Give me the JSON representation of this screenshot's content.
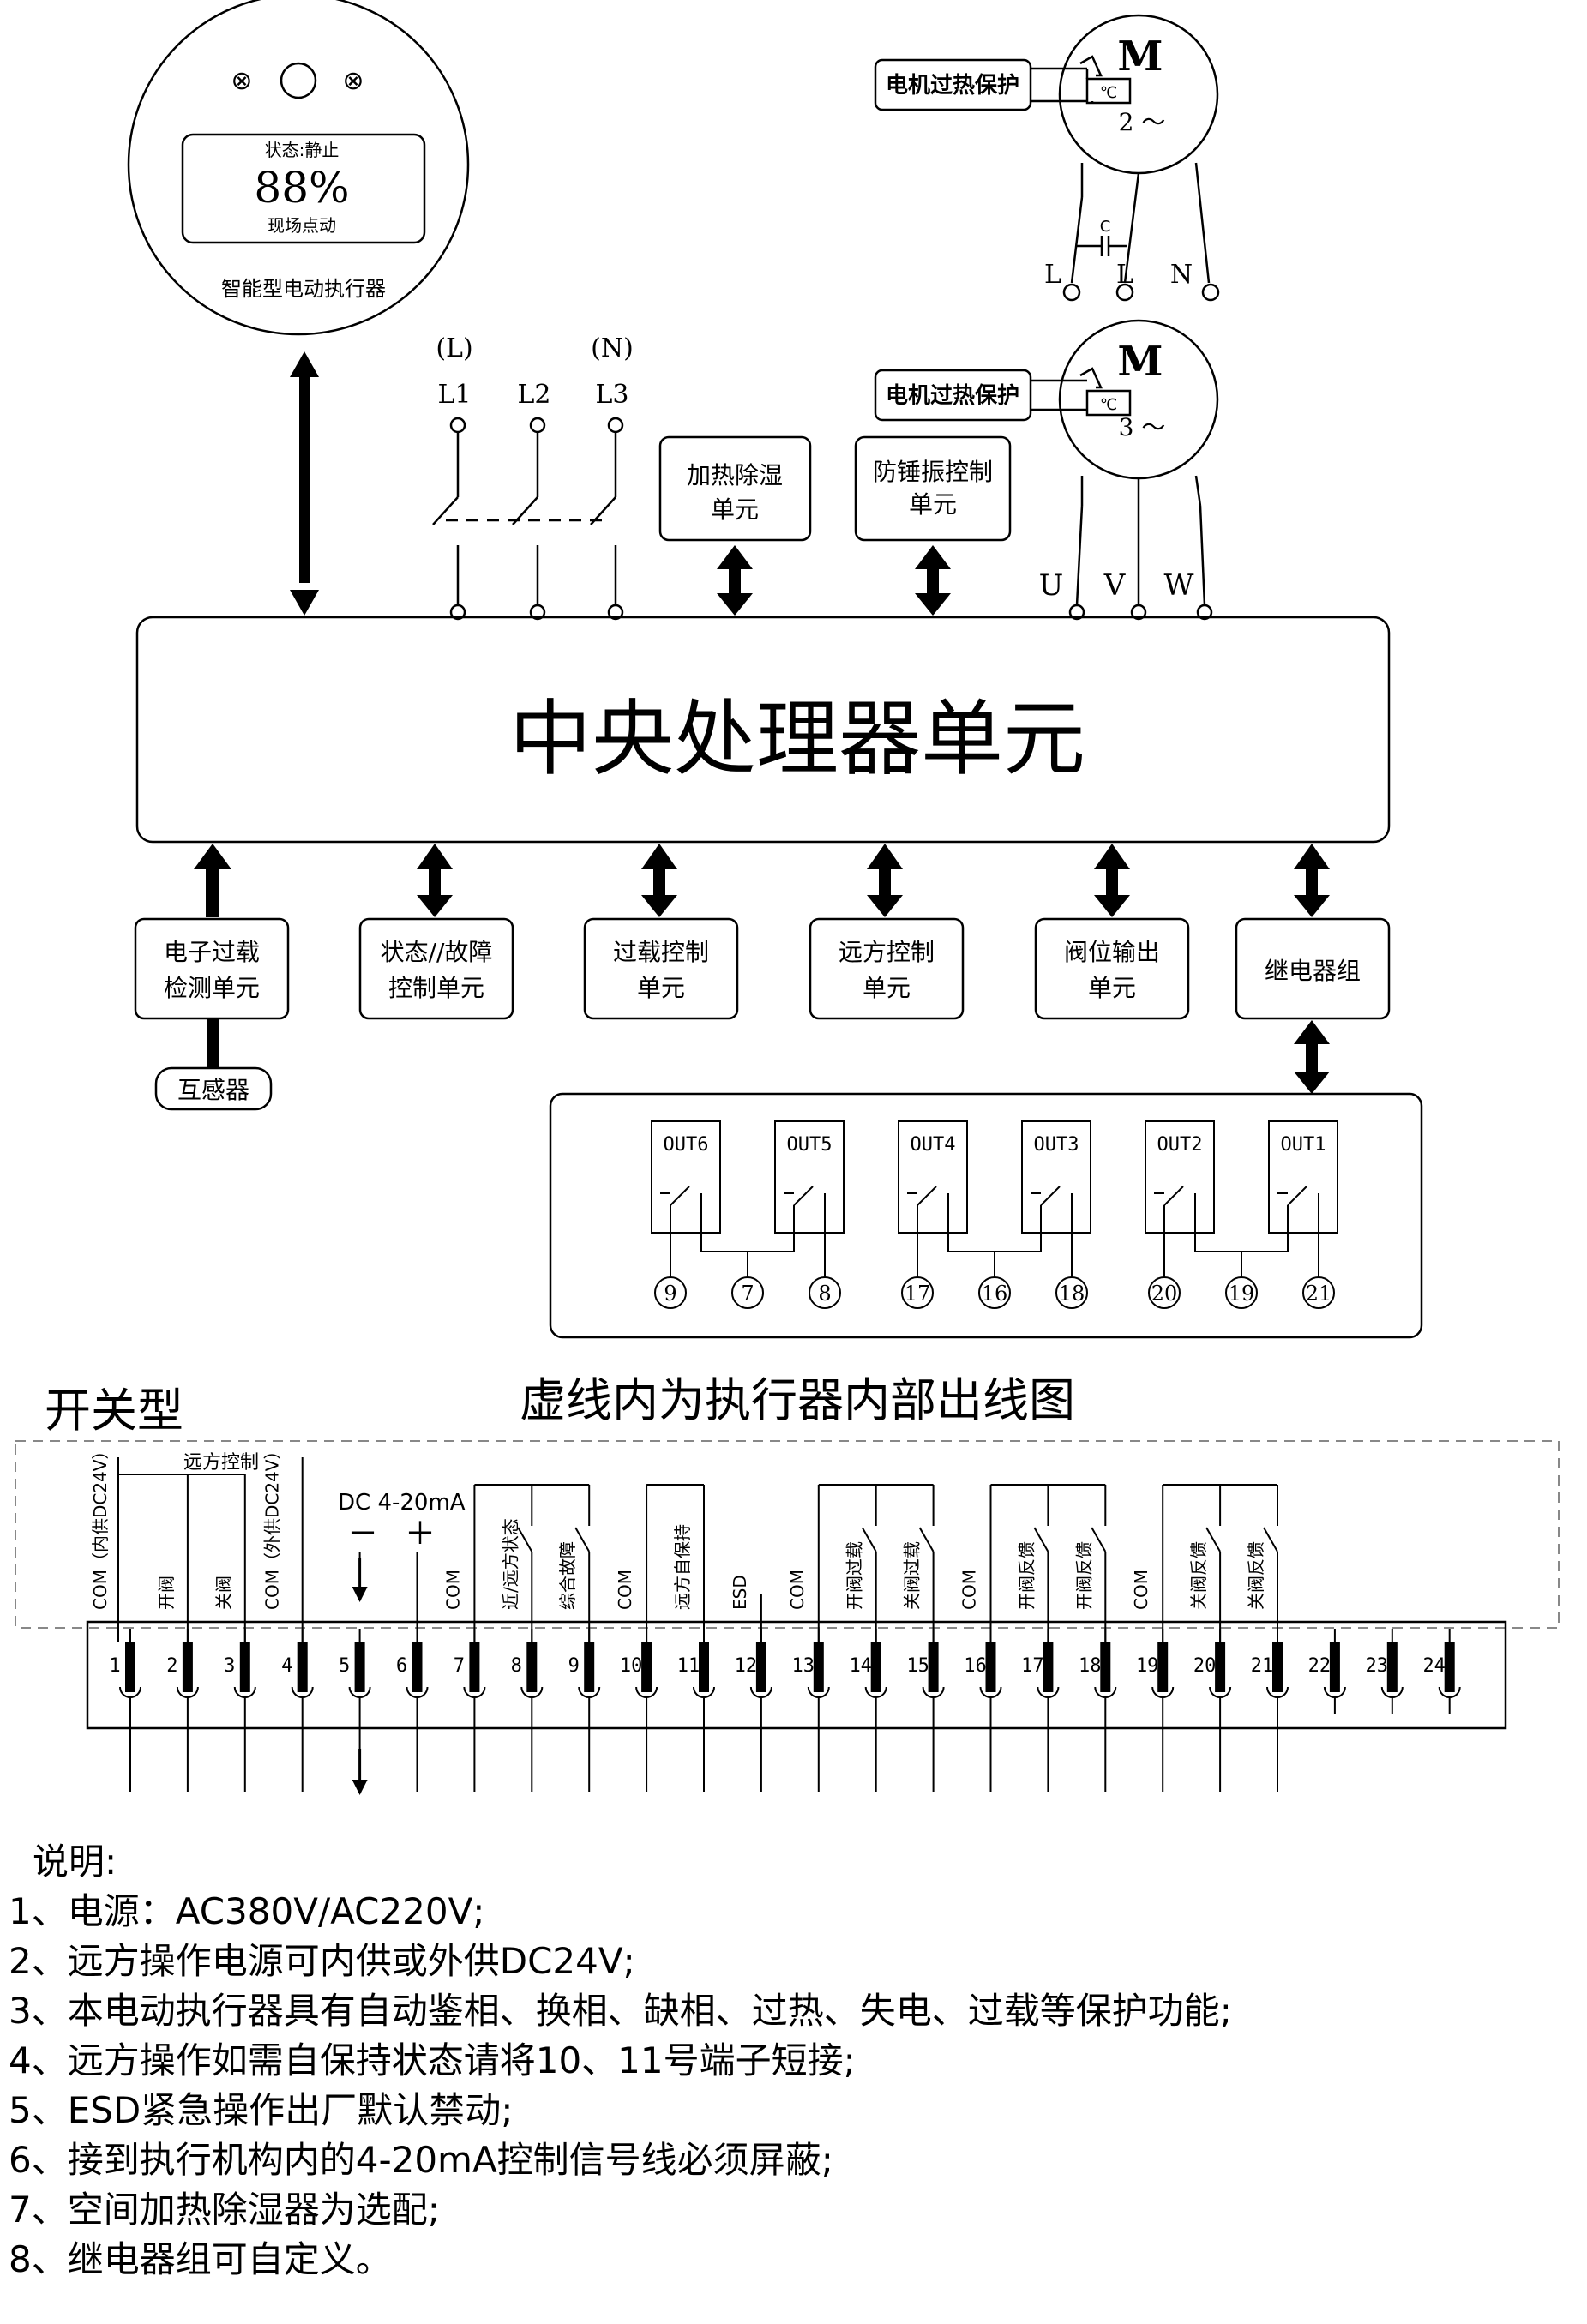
{
  "actuator": {
    "status": "状态:静止",
    "percent": "88%",
    "mode": "现场点动",
    "name": "智能型电动执行器",
    "left_symbol": "⊗",
    "right_symbol": "⊗"
  },
  "power": {
    "live_tag": "(L)",
    "neutral_tag": "(N)",
    "lines": [
      "L1",
      "L2",
      "L3"
    ]
  },
  "motor1": {
    "letter": "M",
    "protect": "电机过热保护",
    "therm": "℃",
    "phase": "2 ～",
    "cap": "C",
    "terms": [
      "L",
      "L",
      "N"
    ]
  },
  "motor3": {
    "letter": "M",
    "protect": "电机过热保护",
    "therm": "℃",
    "phase": "3 ～",
    "terms": [
      "U",
      "V",
      "W"
    ]
  },
  "units": {
    "heat": [
      "加热除湿",
      "单元"
    ],
    "hammer": [
      "防锤振控制",
      "单元"
    ],
    "cpu": "中央处理器单元",
    "overload_detect": [
      "电子过载",
      "检测单元"
    ],
    "status_fault": [
      "状态//故障",
      "控制单元"
    ],
    "overload_ctrl": [
      "过载控制",
      "单元"
    ],
    "remote_ctrl": [
      "远方控制",
      "单元"
    ],
    "valve_out": [
      "阀位输出",
      "单元"
    ],
    "relay_group": "继电器组",
    "transformer": "互感器"
  },
  "relays": {
    "outputs": [
      "OUT6",
      "OUT5",
      "OUT4",
      "OUT3",
      "OUT2",
      "OUT1"
    ],
    "terminals": [
      "9",
      "7",
      "8",
      "17",
      "16",
      "18",
      "20",
      "19",
      "21"
    ]
  },
  "wiring": {
    "type_label": "开关型",
    "title": "虚线内为执行器内部出线图",
    "remote_group": "远方控制",
    "dc_label": "DC 4-20mA",
    "minus": "－",
    "plus": "＋",
    "labels": [
      "COM（内供DC24V）",
      "开阀",
      "关阀",
      "COM（外供DC24V）",
      "COM",
      "近/远方状态",
      "综合故障",
      "COM",
      "远方自保持",
      "ESD",
      "COM",
      "开阀过载",
      "关阀过载",
      "COM",
      "开阀反馈",
      "开阀反馈",
      "COM",
      "关阀反馈",
      "关阀反馈"
    ],
    "terminal_numbers": [
      "1",
      "2",
      "3",
      "4",
      "5",
      "6",
      "7",
      "8",
      "9",
      "10",
      "11",
      "12",
      "13",
      "14",
      "15",
      "16",
      "17",
      "18",
      "19",
      "20",
      "21",
      "22",
      "23",
      "24"
    ]
  },
  "notes": {
    "heading": "说明:",
    "items": [
      "1、电源：AC380V/AC220V;",
      "2、远方操作电源可内供或外供DC24V;",
      "3、本电动执行器具有自动鉴相、换相、缺相、过热、失电、过载等保护功能;",
      "4、远方操作如需自保持状态请将10、11号端子短接;",
      "5、ESD紧急操作出厂默认禁动;",
      "6、接到执行机构内的4-20mA控制信号线必须屏蔽;",
      "7、空间加热除湿器为选配;",
      "8、继电器组可自定义。"
    ]
  }
}
